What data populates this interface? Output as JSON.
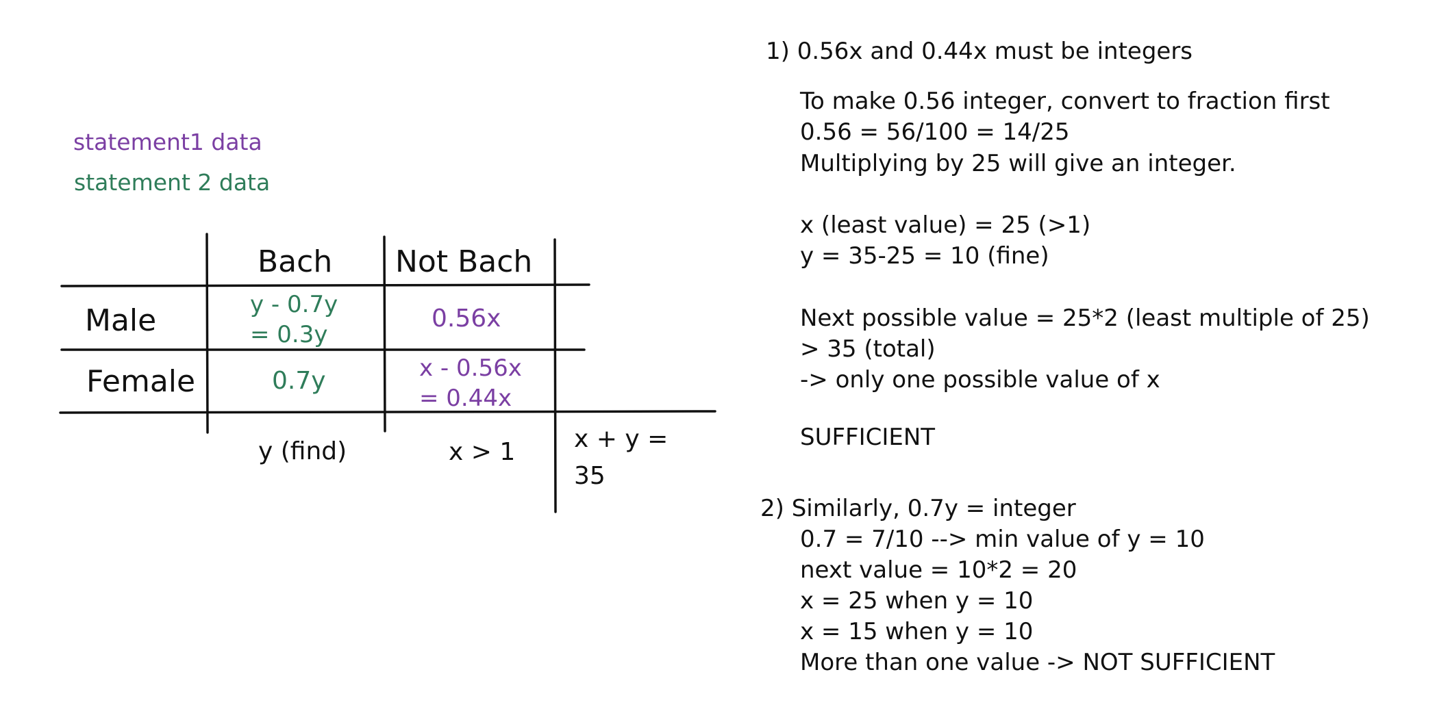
{
  "legend": {
    "statement1": "statement1 data",
    "statement2": "statement 2 data",
    "statement1_color": "#7b3fa3",
    "statement2_color": "#2f7d5a",
    "ink_color": "#111111"
  },
  "table": {
    "col_headers": [
      "Bach",
      "Not Bach"
    ],
    "rows": [
      {
        "label": "Male",
        "bach": "y - 0.7y\n= 0.3y",
        "not_bach": "0.56x"
      },
      {
        "label": "Female",
        "bach": "0.7y",
        "not_bach": "x - 0.56x\n= 0.44x"
      }
    ],
    "totals": {
      "bach": "y (find)",
      "not_bach": "x > 1",
      "grand_line1": "x + y =",
      "grand_line2": "35"
    }
  },
  "notes": {
    "s1": {
      "heading": "1) 0.56x and 0.44x must be integers",
      "lines": [
        "To make 0.56 integer, convert to fraction first",
        "0.56 = 56/100 = 14/25",
        "Multiplying by 25 will give an integer.",
        "x (least value) = 25 (>1)",
        "y = 35-25 = 10 (fine)",
        "Next possible value = 25*2 (least multiple of 25)",
        "> 35 (total)",
        "-> only one possible value of x",
        "SUFFICIENT"
      ]
    },
    "s2": {
      "heading": "2) Similarly, 0.7y = integer",
      "lines": [
        "0.7 = 7/10 --> min value of y = 10",
        "next value = 10*2 = 20",
        "x = 25 when y = 10",
        "x = 15 when y = 10",
        "More than one value -> NOT SUFFICIENT"
      ]
    }
  }
}
